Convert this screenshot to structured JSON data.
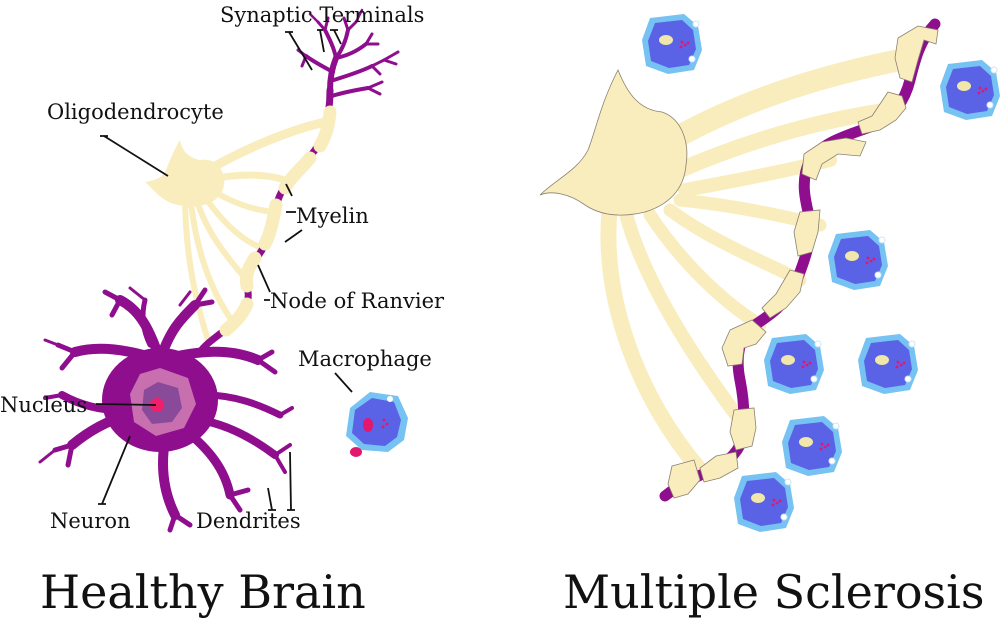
{
  "labels": {
    "synaptic_terminals": "Synaptic Terminals",
    "oligodendrocyte": "Oligodendrocyte",
    "myelin": "Myelin",
    "node_of_ranvier": "Node of Ranvier",
    "macrophage": "Macrophage",
    "nucleus": "Nucleus",
    "neuron": "Neuron",
    "dendrites": "Dendrites"
  },
  "titles": {
    "healthy": "Healthy Brain",
    "disease": "Multiple Sclerosis"
  },
  "colors": {
    "myelin": "#F9EDBE",
    "axon": "#8E0E8E",
    "neuron_body": "#8E0E8E",
    "nucleus_halo": "#C86FB0",
    "nucleus_inner": "#8A4A9A",
    "nucleus_dot": "#F01F6C",
    "macrophage_edge": "#76C2F2",
    "macrophage_body": "#5A62E6",
    "macrophage_vesicle": "#F2E7AA",
    "debris": "#E2176E"
  },
  "icons": [
    "neuron-icon",
    "oligodendrocyte-icon",
    "macrophage-icon"
  ]
}
